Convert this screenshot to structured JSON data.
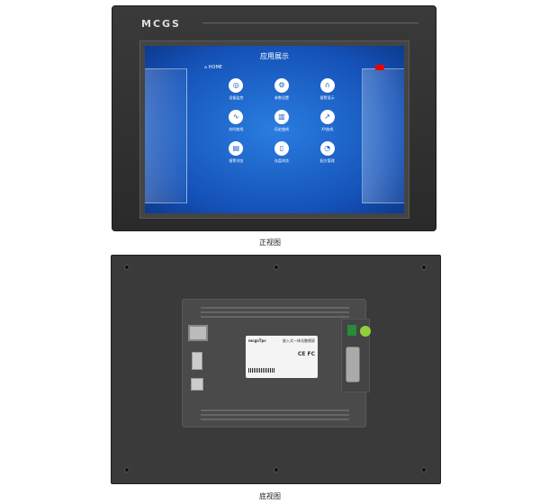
{
  "front": {
    "brand": "MCGS",
    "screen_title": "应用展示",
    "home": "HOME",
    "items": [
      "设备监控",
      "参数设置",
      "报警显示",
      "实时曲线",
      "历史曲线",
      "XY曲线",
      "报警浏览",
      "存盘浏览",
      "配方管理"
    ],
    "caption": "正视图"
  },
  "back": {
    "label_brand": "mcgsTpc",
    "label_title": "嵌入式一体化触摸屏",
    "caption": "底视图",
    "cert": "CE FC"
  }
}
